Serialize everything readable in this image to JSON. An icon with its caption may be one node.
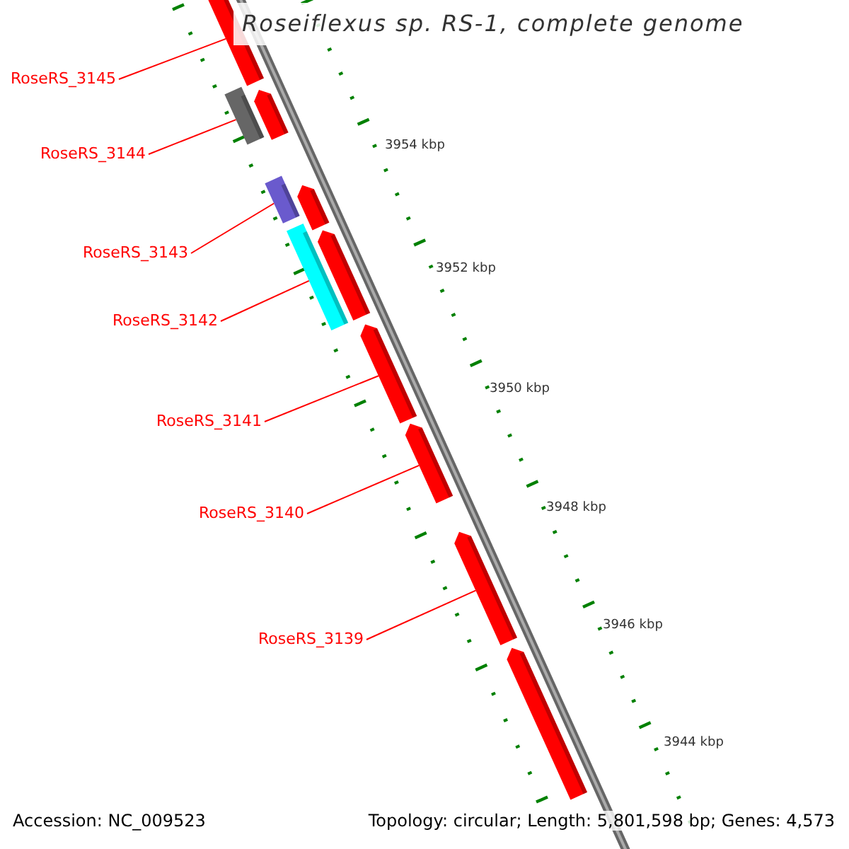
{
  "diagram": {
    "title": "Roseiflexus sp. RS-1, complete genome",
    "nodes": [
      {
        "text": [
          "RoseRS_3145"
        ]
      },
      {
        "text": [
          "RoseRS_3144"
        ]
      },
      {
        "text": [
          "RoseRS_3143"
        ]
      },
      {
        "text": [
          "RoseRS_3142"
        ]
      },
      {
        "text": [
          "RoseRS_3141"
        ]
      },
      {
        "text": [
          "RoseRS_3140"
        ]
      },
      {
        "text": [
          "RoseRS_3139"
        ]
      },
      {
        "text": [],
        "shape": "arrow"
      },
      {
        "text": [],
        "shape": "arrow"
      },
      {
        "text": [],
        "shape": "box"
      },
      {
        "text": [],
        "shape": "arrow"
      },
      {
        "text": [],
        "shape": "box"
      },
      {
        "text": [],
        "shape": "arrow"
      },
      {
        "text": [],
        "shape": "box"
      },
      {
        "text": [],
        "shape": "arrow"
      },
      {
        "text": [],
        "shape": "arrow"
      },
      {
        "text": [],
        "shape": "arrow"
      },
      {
        "text": [],
        "shape": "arrow"
      }
    ],
    "edges": [
      {
        "from": 0,
        "to": 7,
        "arrow": "none"
      },
      {
        "from": 1,
        "to": 9,
        "arrow": "none"
      },
      {
        "from": 2,
        "to": 11,
        "arrow": "none"
      },
      {
        "from": 3,
        "to": 13,
        "arrow": "none"
      },
      {
        "from": 4,
        "to": 14,
        "arrow": "none"
      },
      {
        "from": 5,
        "to": 15,
        "arrow": "none"
      },
      {
        "from": 6,
        "to": 16,
        "arrow": "none"
      }
    ],
    "labels": [
      "3954 kbp",
      "3952 kbp",
      "3950 kbp",
      "3948 kbp",
      "3946 kbp",
      "3944 kbp",
      "Accession: NC_009523",
      "Topology: circular; Length: 5,801,598 bp; Genes: 4,573"
    ]
  }
}
